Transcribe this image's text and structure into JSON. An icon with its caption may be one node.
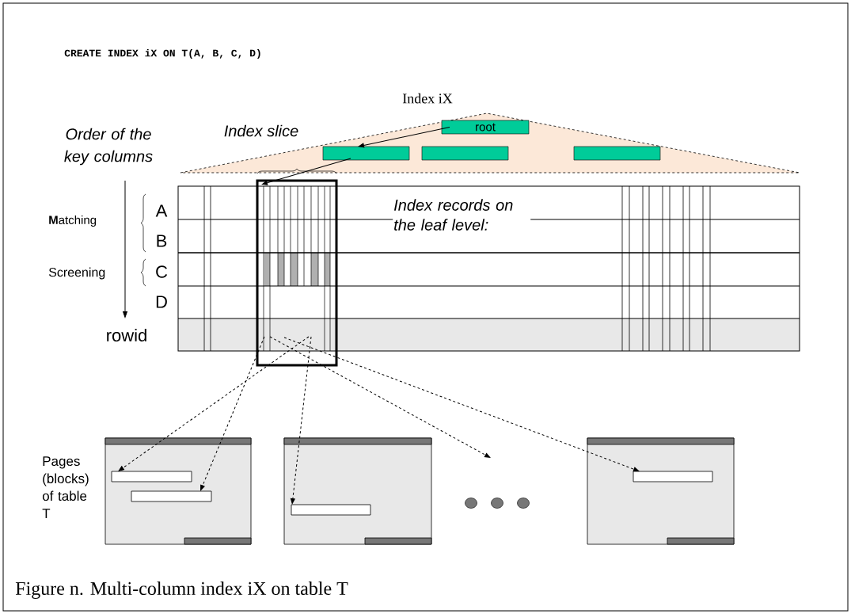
{
  "diagram": {
    "caption": "Figure n.  Multi-column index iX on table T",
    "nodes": [
      {
        "text": [
          "Index iX"
        ]
      },
      {
        "text": [
          "root"
        ],
        "in": 0
      },
      {
        "text": [],
        "shape": "box",
        "in": 0
      },
      {
        "text": [],
        "shape": "box",
        "in": 0
      },
      {
        "text": [],
        "shape": "box",
        "in": 0
      },
      {
        "text": [],
        "shape": "box"
      },
      {
        "text": [],
        "shape": "box"
      },
      {
        "text": [],
        "shape": "box",
        "in": 6
      },
      {
        "text": [],
        "shape": "box",
        "in": 6
      },
      {
        "text": [],
        "shape": "box"
      },
      {
        "text": [],
        "shape": "box",
        "in": 9
      },
      {
        "text": [],
        "shape": "box"
      },
      {
        "text": [],
        "shape": "box",
        "in": 11
      }
    ],
    "edges": [
      {
        "from": 1,
        "to": 2,
        "arrow": "to"
      },
      {
        "from": 2,
        "to": 5,
        "arrow": "to"
      },
      {
        "from": 5,
        "to": 7,
        "arrow": "to",
        "style": "dashed"
      },
      {
        "from": 5,
        "to": 8,
        "arrow": "to",
        "style": "dashed"
      },
      {
        "from": 5,
        "to": 10,
        "arrow": "to",
        "style": "dashed"
      },
      {
        "from": 5,
        "to": null,
        "arrow": "to",
        "style": "dashed"
      },
      {
        "from": 5,
        "to": 12,
        "arrow": "to",
        "style": "dashed"
      }
    ],
    "labels": [
      "CREATE INDEX iX ON T(A, B, C, D)",
      "Order of the key columns",
      "Index slice",
      "Index records on the leaf level:",
      "**M**atching",
      "A",
      "B",
      "Screening",
      "C",
      "D",
      "rowid",
      "Pages (blocks) of table T"
    ]
  }
}
